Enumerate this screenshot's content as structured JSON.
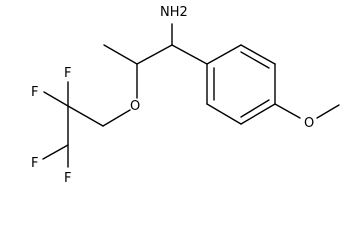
{
  "molecule": {
    "atoms": {
      "amine": "NH2",
      "methoxy_oxygen": "O",
      "ether_oxygen": "O",
      "fluorine_a": "F",
      "fluorine_b": "F",
      "fluorine_c": "F",
      "fluorine_d": "F"
    },
    "colors": {
      "bond": "#000000",
      "text": "#000000",
      "background": "#ffffff"
    }
  }
}
